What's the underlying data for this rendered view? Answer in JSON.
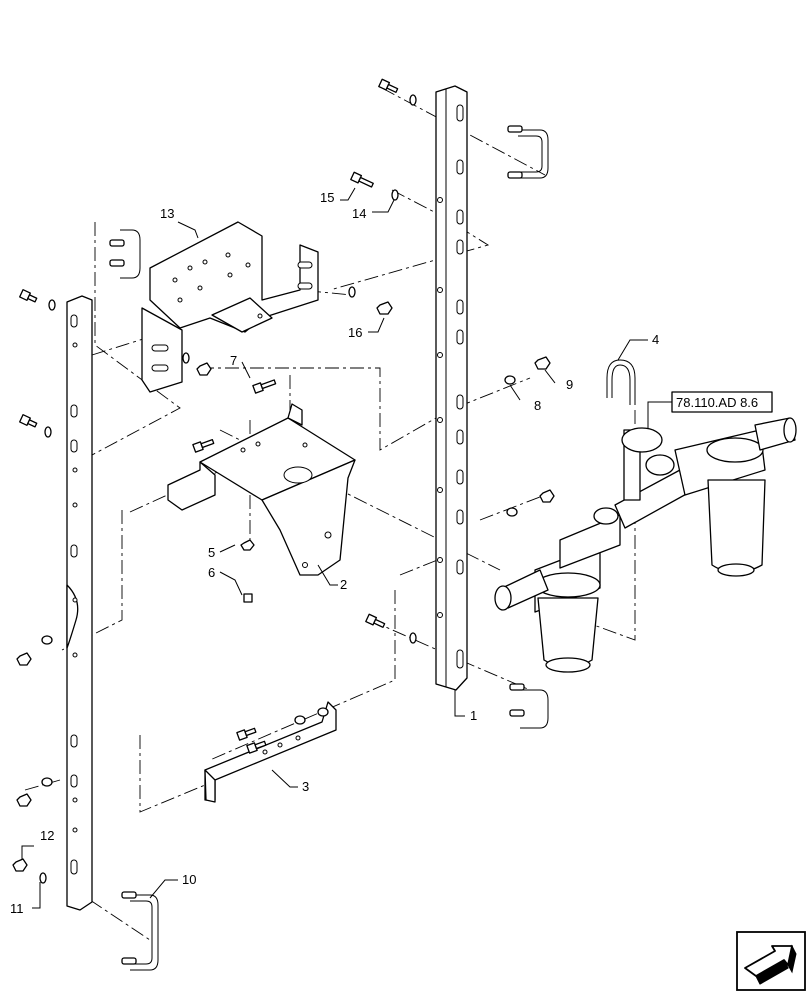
{
  "callouts": [
    "1",
    "2",
    "3",
    "4",
    "5",
    "6",
    "7",
    "8",
    "9",
    "10",
    "11",
    "12",
    "13",
    "14",
    "15",
    "16"
  ],
  "reference": "78.110.AD 8.6",
  "nav_icon": "next-page-arrow-icon"
}
